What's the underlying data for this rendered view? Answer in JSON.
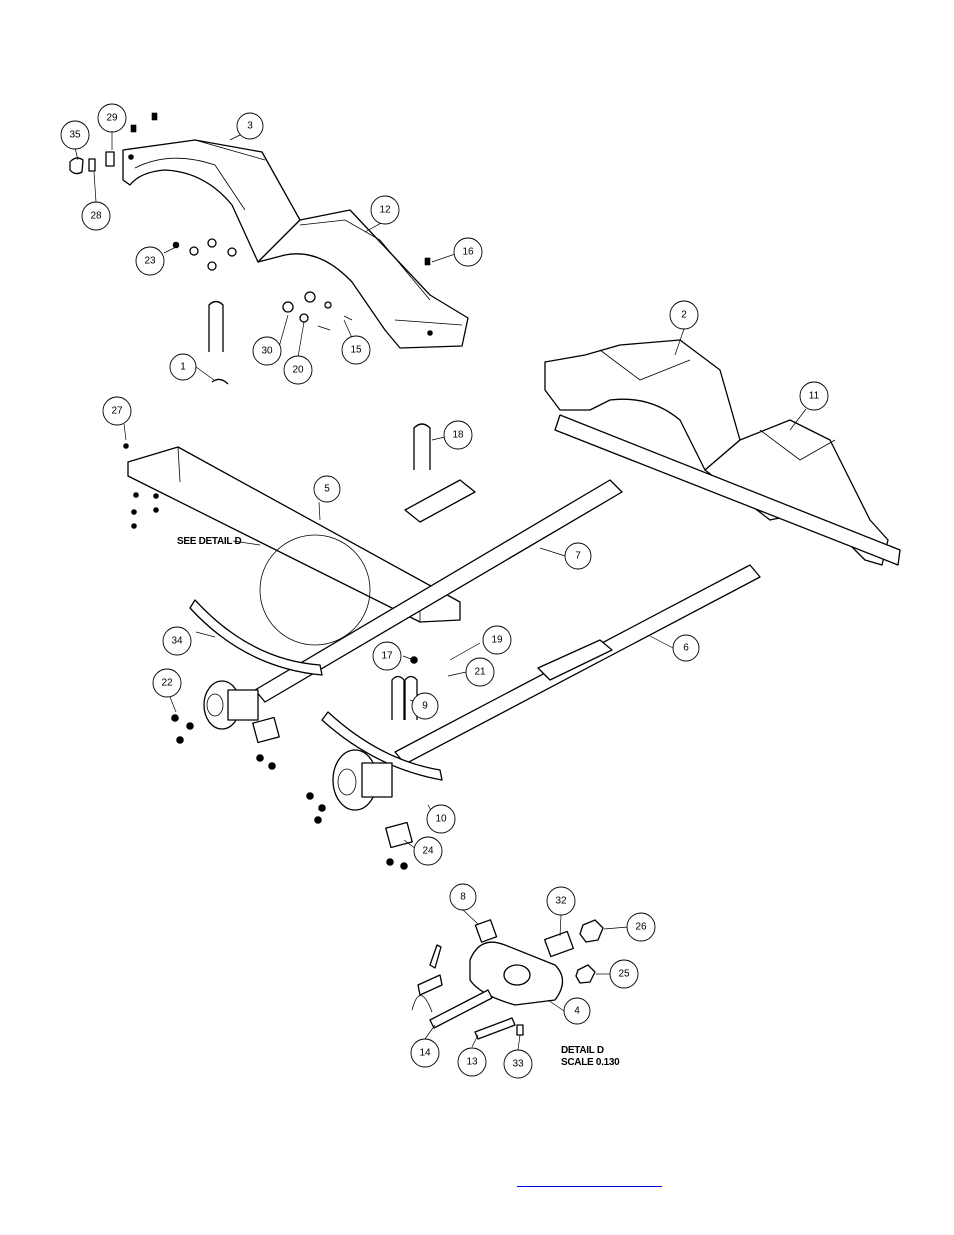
{
  "callouts": [
    {
      "label": "1"
    },
    {
      "label": "2"
    },
    {
      "label": "3"
    },
    {
      "label": "4"
    },
    {
      "label": "5"
    },
    {
      "label": "6"
    },
    {
      "label": "7"
    },
    {
      "label": "8"
    },
    {
      "label": "9"
    },
    {
      "label": "10"
    },
    {
      "label": "11"
    },
    {
      "label": "12"
    },
    {
      "label": "13"
    },
    {
      "label": "14"
    },
    {
      "label": "15"
    },
    {
      "label": "16"
    },
    {
      "label": "17"
    },
    {
      "label": "18"
    },
    {
      "label": "19"
    },
    {
      "label": "20"
    },
    {
      "label": "21"
    },
    {
      "label": "22"
    },
    {
      "label": "23"
    },
    {
      "label": "24"
    },
    {
      "label": "25"
    },
    {
      "label": "26"
    },
    {
      "label": "27"
    },
    {
      "label": "28"
    },
    {
      "label": "29"
    },
    {
      "label": "30"
    },
    {
      "label": "32"
    },
    {
      "label": "33"
    },
    {
      "label": "34"
    },
    {
      "label": "35"
    }
  ],
  "notes": {
    "see_detail": "SEE DETAIL  D",
    "detail_title": "DETAIL  D",
    "detail_scale": "SCALE  0.130"
  },
  "link": {
    "text": ""
  }
}
